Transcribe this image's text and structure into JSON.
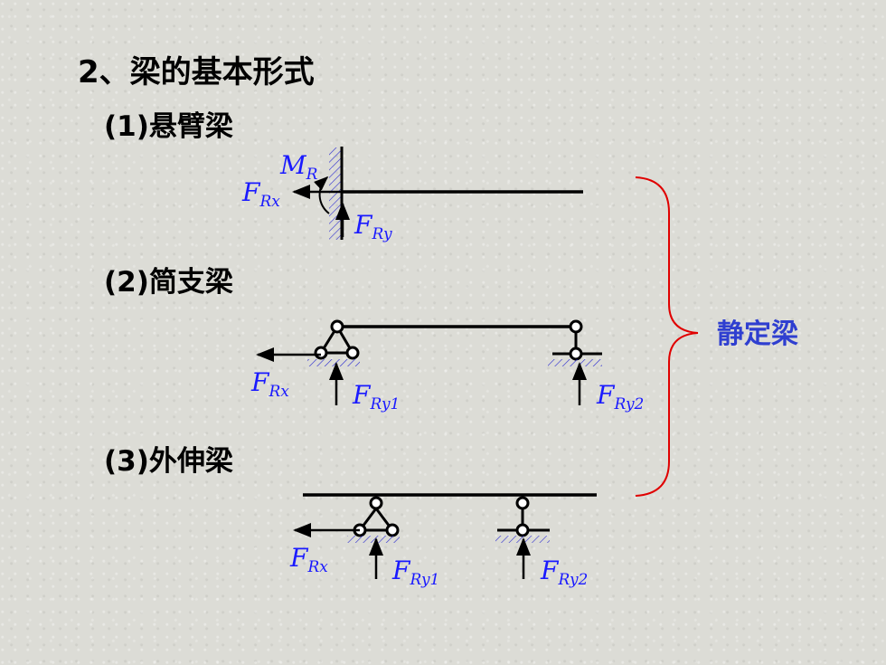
{
  "title": "2、梁的基本形式",
  "sections": [
    {
      "label": "(1)悬臂梁"
    },
    {
      "label": "(2)简支梁"
    },
    {
      "label": "(3)外伸梁"
    }
  ],
  "brace_label": "静定梁",
  "forces": {
    "cantilever": {
      "moment": "M",
      "moment_sub": "R",
      "fx": "F",
      "fx_sub": "Rx",
      "fy": "F",
      "fy_sub": "Ry"
    },
    "simple": {
      "fx": "F",
      "fx_sub": "Rx",
      "fy1": "F",
      "fy1_sub": "Ry1",
      "fy2": "F",
      "fy2_sub": "Ry2"
    },
    "overhang": {
      "fx": "F",
      "fx_sub": "Rx",
      "fy1": "F",
      "fy1_sub": "Ry1",
      "fy2": "F",
      "fy2_sub": "Ry2"
    }
  },
  "colors": {
    "label": "#1a1aff",
    "brace": "#e00000",
    "static_label": "#2f3fd0",
    "line": "#000000"
  }
}
